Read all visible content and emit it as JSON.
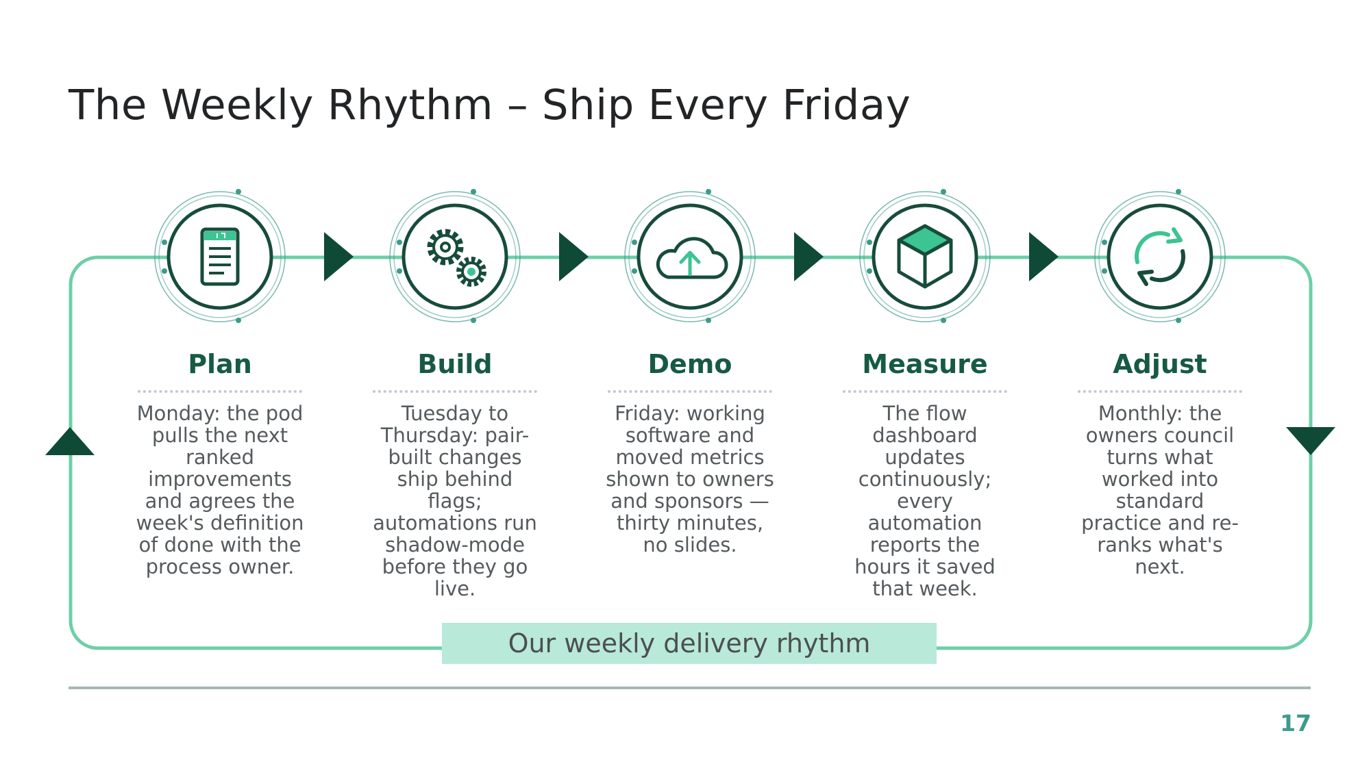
{
  "slide": {
    "title": "The Weekly Rhythm – Ship Every Friday",
    "caption": "Our weekly delivery rhythm",
    "page_number": "17"
  },
  "colors": {
    "dark_green": "#0f4a37",
    "loop_green": "#6dcfa8",
    "accent_green": "#3cc492",
    "caption_bg": "#b9e9d8",
    "title_text": "#222426",
    "body_text": "#555a5d",
    "page_number": "#3d9b8c"
  },
  "stages": [
    {
      "icon": "clipboard-icon",
      "title": "Plan",
      "description": "Monday: the pod pulls the next ranked improvements and agrees the week's definition of done with the process owner."
    },
    {
      "icon": "gears-icon",
      "title": "Build",
      "description": "Tuesday to Thursday: pair-built changes ship behind flags; automations run shadow-mode before they go live."
    },
    {
      "icon": "cloud-upload-icon",
      "title": "Demo",
      "description": "Friday: working software and moved metrics shown to owners and sponsors — thirty minutes, no slides."
    },
    {
      "icon": "cube-icon",
      "title": "Measure",
      "description": "The flow dashboard updates continuously; every automation reports the hours it saved that week."
    },
    {
      "icon": "refresh-icon",
      "title": "Adjust",
      "description": "Monthly: the owners council turns what worked into standard practice and re-ranks what's next."
    }
  ]
}
